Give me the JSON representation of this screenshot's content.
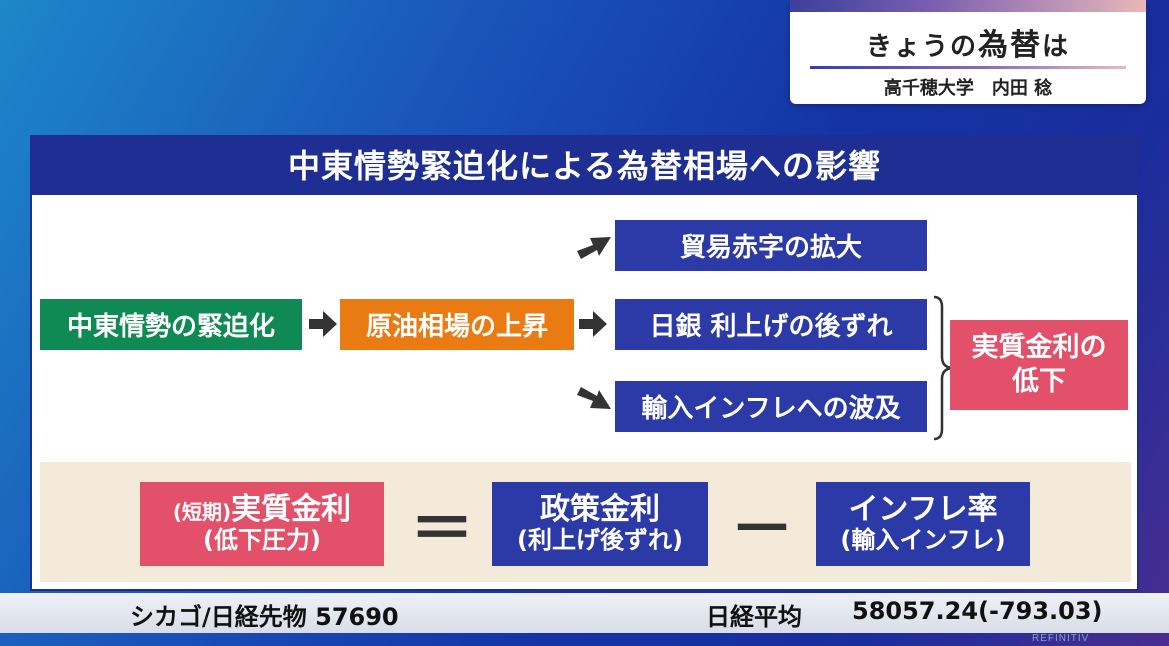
{
  "title_card": {
    "title_prefix": "きょうの",
    "title_main": "為替",
    "title_suffix": "は",
    "subtitle": "高千穂大学　内田 稔"
  },
  "panel": {
    "heading": "中東情勢緊迫化による為替相場への影響",
    "flow": {
      "start": "中東情勢の緊迫化",
      "middle": "原油相場の上昇",
      "effect_1": "貿易赤字の拡大",
      "effect_2": "日銀 利上げの後ずれ",
      "effect_3": "輸入インフレへの波及",
      "result_line1": "実質金利の",
      "result_line2": "低下"
    },
    "equation": {
      "lhs_prefix": "(短期)",
      "lhs_main": "実質金利",
      "lhs_sub": "(低下圧力)",
      "equals": "＝",
      "term1_main": "政策金利",
      "term1_sub": "(利上げ後ずれ)",
      "minus": "－",
      "term2_main": "インフレ率",
      "term2_sub": "(輸入インフレ)"
    }
  },
  "ticker": {
    "left": "シカゴ/日経先物 57690",
    "right_label": "日経平均",
    "right_value": "58057.24(-793.03)"
  },
  "credit": "REFINITIV",
  "colors": {
    "panel_header": "#1f2e93",
    "green": "#0f8a55",
    "orange": "#ea7b13",
    "navy": "#2b3aa6",
    "pink": "#e2506a",
    "band": "#f4ead9"
  }
}
